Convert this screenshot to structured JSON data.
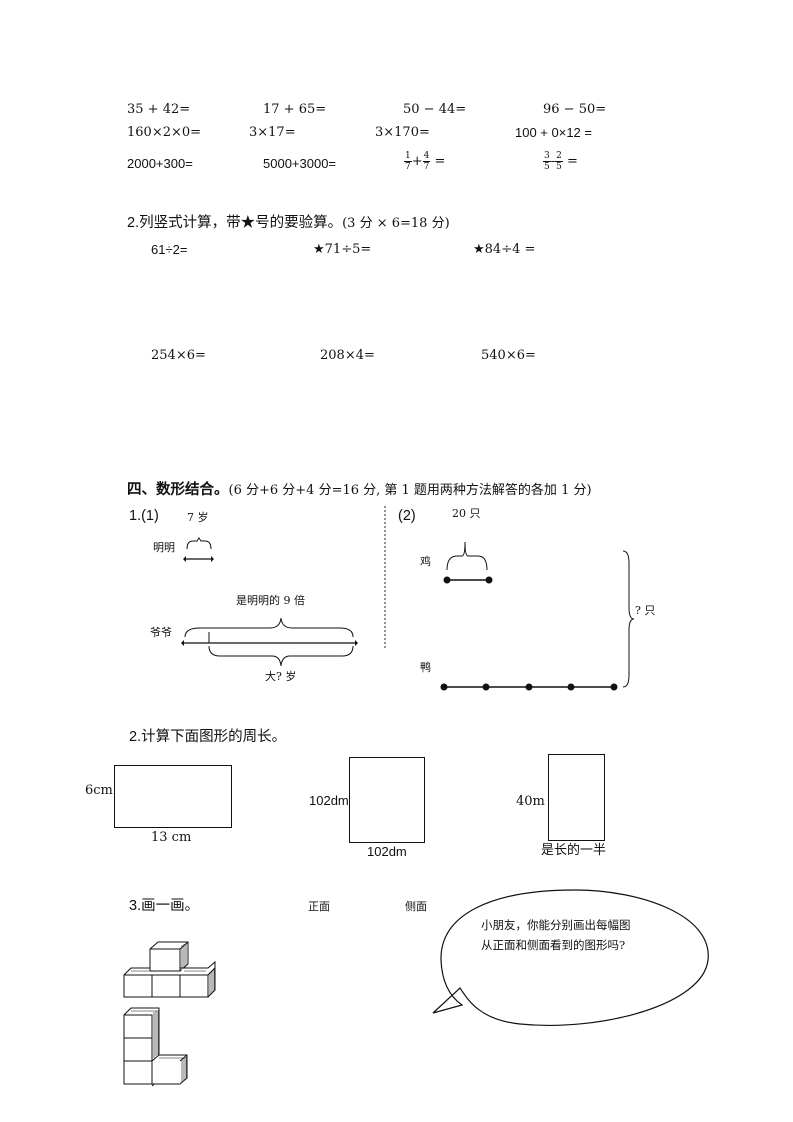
{
  "calc_rows": [
    [
      "35 + 42=",
      "17 + 65=",
      "50 − 44=",
      "96 − 50="
    ],
    [
      "160×2×0=",
      "3×17=",
      "3×170=",
      "100 + 0×12 ="
    ],
    [
      "2000+300=",
      "5000+3000="
    ]
  ],
  "fractions": {
    "f1": {
      "a_num": "1",
      "a_den": "7",
      "op": "+",
      "b_num": "4",
      "b_den": "7",
      "eq": "="
    },
    "f2": {
      "a_num": "3",
      "a_den": "5",
      "op": "-",
      "b_num": "2",
      "b_den": "5",
      "eq": "="
    }
  },
  "section2": {
    "title": "2.列竖式计算，带★号的要验算。",
    "score": "(3 分 × 6=18 分)",
    "row1": [
      "61÷2=",
      "★71÷5=",
      "★84÷4 ="
    ],
    "row2": [
      "254×6=",
      "208×4=",
      "540×6="
    ]
  },
  "section4": {
    "title": "四、数形结合。",
    "score": "(6 分+6 分+4 分=16 分, 第 1 题用两种方法解答的各加 1 分)"
  },
  "q1a": {
    "label": "1.(1)",
    "age": "7 岁",
    "mingming": "明明",
    "multiple": "是明明的 9 倍",
    "grandpa": "爷爷",
    "diff": "大? 岁"
  },
  "q1b": {
    "label": "(2)",
    "count": "20 只",
    "chicken": "鸡",
    "duck": "鸭",
    "total": "? 只"
  },
  "q2": {
    "title": "2.计算下面图形的周长。",
    "shape1": {
      "height": "6cm",
      "width": "13  cm"
    },
    "shape2": {
      "height": "102dm",
      "width": "102dm"
    },
    "shape3": {
      "height": "40m",
      "note": "是长的一半"
    }
  },
  "q3": {
    "title": "3.画一画。",
    "front": "正面",
    "side": "侧面",
    "bubble_line1": "小朋友，你能分别画出每幅图",
    "bubble_line2": "从正面和侧面看到的图形吗?"
  }
}
